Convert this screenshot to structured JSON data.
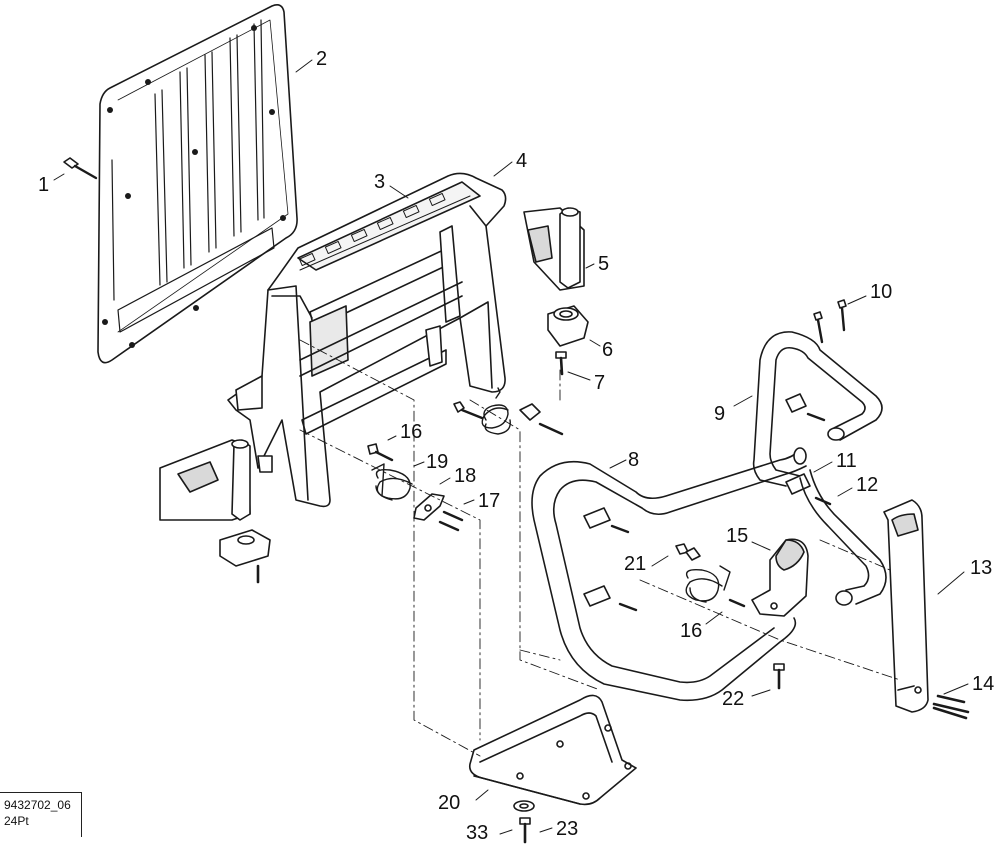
{
  "diagram": {
    "callouts": [
      "1",
      "2",
      "3",
      "4",
      "5",
      "6",
      "7",
      "8",
      "9",
      "10",
      "11",
      "12",
      "13",
      "14",
      "15",
      "16",
      "16",
      "17",
      "18",
      "19",
      "20",
      "21",
      "22",
      "23",
      "33"
    ],
    "reference_code": "9432702_06",
    "reference_sub": "24Pt"
  },
  "colors": {
    "line": "#1a1a1a",
    "fill": "#ffffff",
    "shade": "#d9d9d9"
  }
}
